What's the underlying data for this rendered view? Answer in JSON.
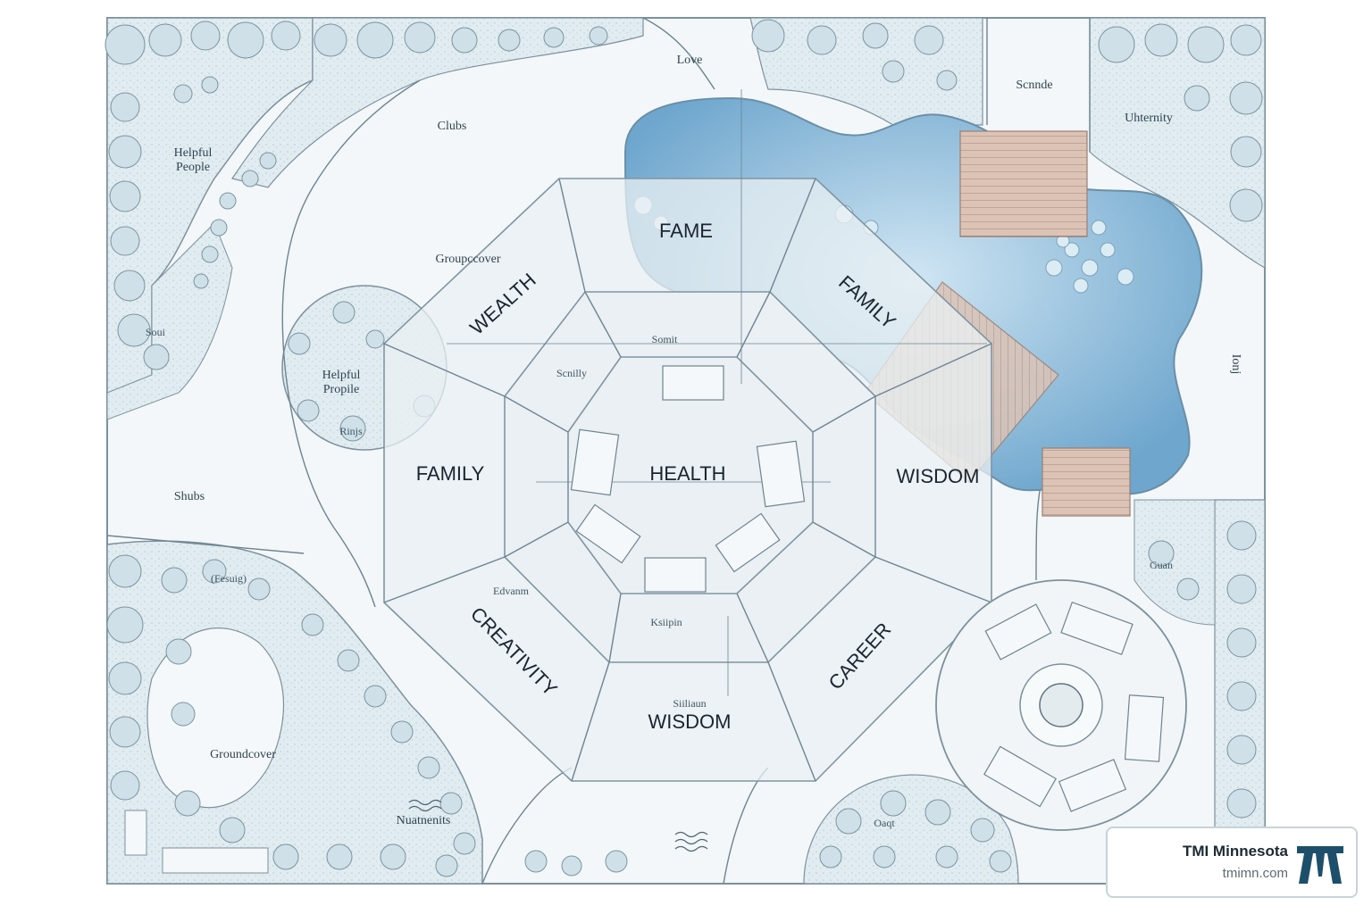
{
  "zones": {
    "health": "HEALTH",
    "fame": "FAME",
    "wealth": "WEALTH",
    "family_left": "FAMILY",
    "family_upper_right": "FAMILY",
    "wisdom_right": "WISDOM",
    "wisdom_bottom": "WISDOM",
    "creativity": "CREATIVITY",
    "career": "CAREER"
  },
  "small_labels": {
    "love": "Love",
    "clubs": "Clubs",
    "scnnde": "Scnnde",
    "uhternity": "Uhternity",
    "helpful_people_top": "Helpful\nPeople",
    "helpful_people_mid": "Helpful\nPropile",
    "groundcover_top": "Groupccover",
    "shubs": "Shubs",
    "groundcover_bottom": "Groundcover",
    "nuatnenits": "Nuatnenits",
    "ionj": "Ionj",
    "scnilly": "Scnilly",
    "somit": "Somit",
    "edvanm": "Edvanm",
    "ksiipin": "Ksiipin",
    "siiliaun": "Siiliaun",
    "fesuig": "(Fesuig)",
    "guan": "Guan",
    "rinjs": "Rinjs",
    "soui": "Soui",
    "oaqt": "Oaqt"
  },
  "brand": {
    "name": "TMI Minnesota",
    "url": "tmimn.com",
    "color": "#1d4f6b"
  },
  "colors": {
    "water": "#8fbfdf",
    "planting": "#dbe8ee",
    "deck": "#d9bfb2",
    "paving": "#eaf0f3"
  }
}
